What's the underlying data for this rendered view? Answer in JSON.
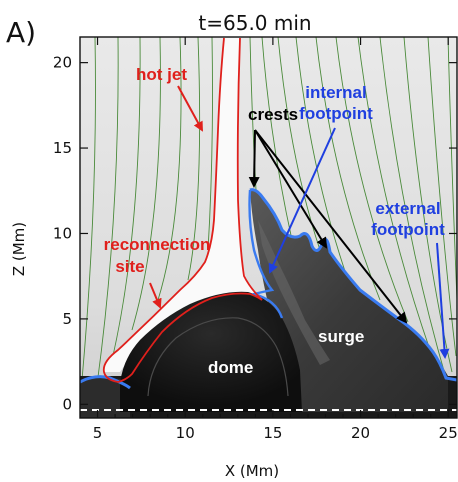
{
  "figure": {
    "panel_label": "A)",
    "title": "t=65.0 min"
  },
  "colors": {
    "field_lines": "#4a8a3a",
    "hot_jet_contour": "#e0201c",
    "surge_contour": "#3a7bf0",
    "annotation_red": "#e0201c",
    "annotation_blue": "#1f3fe0",
    "annotation_black": "#000000"
  },
  "annotations": {
    "hot_jet": "hot jet",
    "crests": "crests",
    "internal_footpoint_line1": "internal",
    "internal_footpoint_line2": "footpoint",
    "reconnection_site_line1": "reconnection",
    "reconnection_site_line2": "site",
    "external_footpoint_line1": "external",
    "external_footpoint_line2": "footpoint",
    "surge": "surge",
    "dome": "dome"
  },
  "chart_data": {
    "type": "other",
    "title": "t=65.0 min",
    "xlabel": "X (Mm)",
    "ylabel": "Z (Mm)",
    "xlim": [
      4,
      25.5
    ],
    "ylim": [
      -0.8,
      21.5
    ],
    "x_ticks": [
      5,
      10,
      15,
      20,
      25
    ],
    "y_ticks": [
      0,
      5,
      10,
      15,
      20
    ],
    "grid": false
  }
}
